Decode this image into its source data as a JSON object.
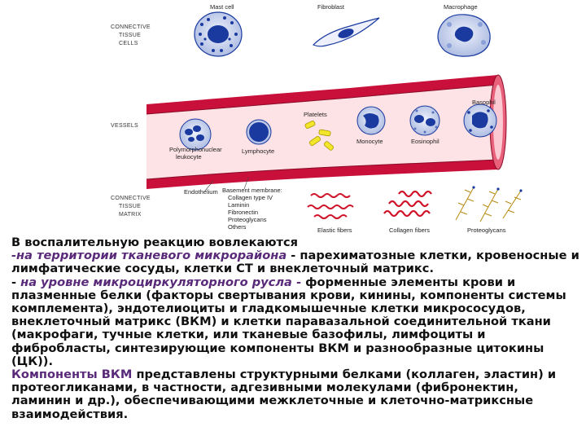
{
  "diagram": {
    "labels": {
      "mast_cell": "Mast cell",
      "fibroblast": "Fibroblast",
      "macrophage": "Macrophage",
      "connective_tissue_cells": [
        "CONNECTIVE",
        "TISSUE",
        "CELLS"
      ],
      "vessels": "VESSELS",
      "basophil": "Basophil",
      "platelets": "Platelets",
      "monocyte": "Monocyte",
      "eosinophil": "Eosinophil",
      "pmn": [
        "Polymorphonuclear",
        "leukocyte"
      ],
      "lymphocyte": "Lymphocyte",
      "endothelium": "Endothelium",
      "basement_membrane": [
        "Basement membrane:",
        "Collagen type IV",
        "Laminin",
        "Fibronectin",
        "Proteoglycans",
        "Others"
      ],
      "connective_tissue_matrix": [
        "CONNECTIVE",
        "TISSUE",
        "MATRIX"
      ],
      "elastic_fibers": "Elastic fibers",
      "collagen_fibers": "Collagen fibers",
      "proteoglycans": "Proteoglycans"
    },
    "colors": {
      "vessel_wall": "#c8103a",
      "vessel_lumen": "#fde3e6",
      "nucleus": "#1a3aa0",
      "cytoplasm": "#cfd8f0",
      "platelet": "#f3e62a",
      "fiber_red": "#d0142a",
      "proteoglycan": "#b88a10"
    }
  },
  "text": {
    "p1_title": "В воспалительную реакцию вовлекаются",
    "p1_italic1": "-на территории тканевого микрорайона",
    "p1_rest1": " - парехиматозные клетки, кровеносные и лимфатические сосуды, клетки СТ и внеклеточный матрикс.",
    "p1_dash": "- ",
    "p1_italic2": "на уровне микроциркуляторного русла",
    "p1_sep": " - ",
    "p1_rest2": "форменные элементы крови  и плазменные белки (факторы свертывания крови, кинины, компоненты системы комплемента), эндотелиоциты  и гладкомышечные клетки микрососудов, внеклеточный матрикс (ВКМ) и клетки паравазальной соединительной ткани (макрофаги, тучные клетки, или тканевые базофилы, лимфоциты и фибробласты, синтезирующие компоненты ВКМ и разнообразные цитокины (ЦК)).",
    "p2_lead": "Компоненты ВКМ",
    "p2_rest": " представлены структурными белками (коллаген, эластин) и протеогликанами, в частности, адгезивными молекулами (фибронектин, ламинин и др.), обеспечивающими межклеточные и клеточно-матриксные взаимодействия."
  }
}
